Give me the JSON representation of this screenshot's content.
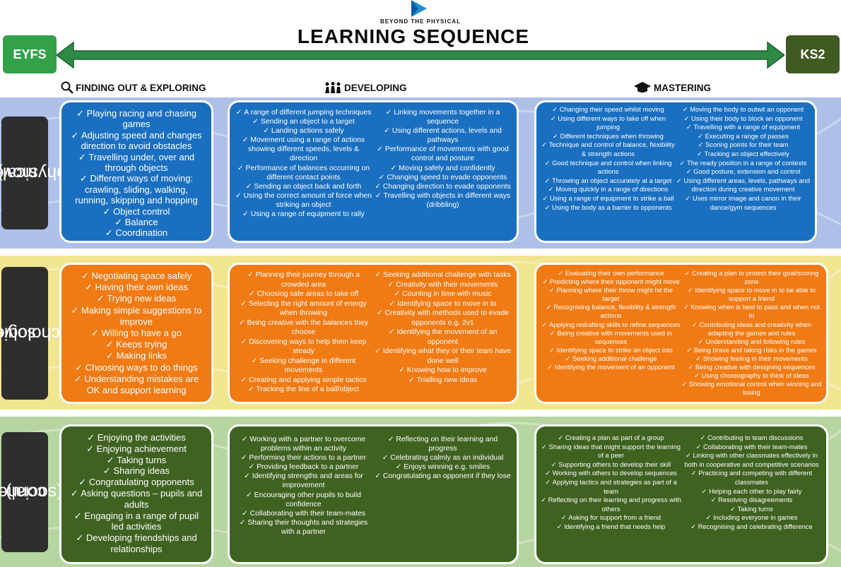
{
  "header": {
    "brand": "BEYOND THE PHYSICAL",
    "title": "LEARNING SEQUENCE",
    "start_stage": "EYFS",
    "end_stage": "KS2"
  },
  "columns": {
    "finding": "FINDING OUT & EXPLORING",
    "developing": "DEVELOPING",
    "mastering": "MASTERING"
  },
  "colors": {
    "move_panel": "#1a6fc0",
    "solve_panel": "#f07a14",
    "connect_panel": "#3f6221",
    "move_band": "#aebfe8",
    "solve_band": "#f1e58f",
    "connect_band": "#b6d5a0",
    "arrow": "#2e8a46"
  },
  "rows": {
    "move": {
      "label_line1": "move",
      "label_line2": "(physical)",
      "finding": [
        "Playing racing and chasing games",
        "Adjusting speed and changes direction to avoid obstacles",
        "Travelling under, over and through objects",
        "Different ways of moving: crawling, sliding, walking, running, skipping and hopping",
        "Object control",
        "Balance",
        "Coordination"
      ],
      "developing_left": [
        "A range of different jumping techniques",
        "Sending an object to a target",
        "Landing actions safely",
        "Movement using a range of actions showing different speeds, levels & direction",
        "Performance  of balances occurring on different contact points",
        "Sending an object back and forth",
        "Using the correct amount of force when striking an object",
        "Using a range of equipment to rally"
      ],
      "developing_right": [
        "Linking movements together in a sequence",
        "Using different actions, levels and pathways",
        "Performance of movements with good control and posture",
        "Moving safely and confidently",
        "Changing speed to evade opponents",
        "Changing direction to evade opponents",
        "Travelling with objects in different ways (dribbling)"
      ],
      "mastering_left": [
        "Changing their speed whilst moving",
        "Using different ways to take off when jumping",
        "Different techniques when throwing",
        "Technique and control of balance, flexibility & strength actions",
        "Good technique and control when linking actions",
        "Throwing an object accurately at a target",
        "Moving quickly in a range of directions",
        "Using a range of equipment to strike a ball",
        "Using the body as a barrier to opponents"
      ],
      "mastering_right": [
        "Moving the body to outwit an opponent",
        "Using their body to block an opponent",
        "Travelling with a range of equipment",
        "Executing a range of passes",
        "Scoring points for their team",
        "Tracking an object effectively",
        "The ready position in a range of contexts",
        "Good posture, extension and control",
        "Using different areas, levels, pathways and direction during creative movement",
        "Uses mirror image and canon in their dance/gym sequences"
      ]
    },
    "solve": {
      "label_line1": "solve",
      "label_line2": "(psychological)",
      "finding": [
        "Negotiating space safely",
        "Having their own ideas",
        "Trying new ideas",
        "Making simple suggestions to improve",
        "Willing to have a go",
        "Keeps trying",
        "Making links",
        "Choosing ways to do things",
        "Understanding mistakes are OK and support learning"
      ],
      "developing_left": [
        "Planning their journey through a crowded area",
        "Choosing safe areas to take off",
        "Selecting the right amount of energy when throwing",
        "Being creative with the balances they choose",
        "Discovering ways to help them keep steady",
        "Seeking challenge in different movements",
        "Creating and applying simple tactics",
        "Tracking the line of a ball/object"
      ],
      "developing_right": [
        "Seeking additional challenge with tasks",
        "Creativity with their movements",
        "Counting in time with music",
        "Identifying space to move in to",
        "Creativity with methods used to evade opponents e.g. 2v1",
        "Identifying the movement of an opponent",
        "Identifying what they or their team have done well",
        "Knowing how to improve",
        "Trialling new ideas"
      ],
      "mastering_left": [
        "Evaluating their own performance",
        "Predicting where their opponent might move",
        "Planning where their throw might hit the target",
        "Recognising balance, flexibility & strength actions",
        "Applying redrafting skills to refine sequences",
        "Being creative with movements used in sequences",
        "Identifying space to strike an object into",
        "Seeking additional challenge",
        "Identifying the movement of an opponent"
      ],
      "mastering_right": [
        "Creating a plan to protect their goal/scoring zone",
        "Identifying space to move in to be able to support a friend",
        "Knowing when is best to pass and when not to",
        "Contributing ideas and creativity when adapting the games and rules",
        "Understanding and following rules",
        "Being brave and taking risks in the games",
        "Showing feeling in their movements",
        "Being creative with designing sequences",
        "Using choreography to think of ideas",
        "Showing emotional control when winning and losing"
      ]
    },
    "connect": {
      "label_line1": "connect",
      "label_line2": "(social)",
      "finding": [
        "Enjoying the activities",
        "Enjoying achievement",
        "Taking turns",
        "Sharing ideas",
        "Congratulating opponents",
        "Asking questions – pupils and adults",
        "Engaging in a range of pupil led activities",
        "Developing friendships and relationships"
      ],
      "developing_left": [
        "Working with a partner to overcome problems within an activity",
        "Performing their actions to a partner",
        "Providing feedback to a partner",
        "Identifying strengths and areas for improvement",
        "Encouraging other pupils to build confidence",
        "Collaborating with their team-mates",
        "Sharing their thoughts and strategies with a partner"
      ],
      "developing_right": [
        "Reflecting on their learning and progress",
        "Celebrating calmly as an individual",
        "Enjoys winning e.g. smiles",
        "Congratulating an opponent if they lose"
      ],
      "mastering_left": [
        "Creating a plan as part of a group",
        "Sharing ideas that might support the learning of a peer",
        "Supporting others to develop their skill",
        "Working with others to develop sequences",
        "Applying tactics and strategies as part of a team",
        "Reflecting on their learning and progress with others",
        "Asking for support from a friend",
        "Identifying a friend that needs help"
      ],
      "mastering_right": [
        "Contributing to team discussions",
        "Collaborating with their team-mates",
        "Linking with other classmates effectively in both in cooperative and competitive scenarios",
        "Practicing and competing with different classmates",
        "Helping each other to play fairly",
        "Resolving disagreements",
        "Taking turns",
        "Including everyone in games",
        "Recognising and celebrating difference"
      ]
    }
  }
}
